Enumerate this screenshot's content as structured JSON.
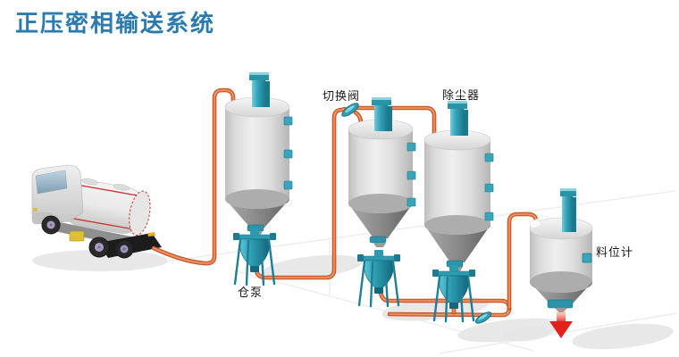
{
  "title": {
    "text": "正压密相输送系统"
  },
  "labels": {
    "switch_valve": "切换阀",
    "dust_collector": "除尘器",
    "bin_pump": "仓泵",
    "level_gauge": "料位计"
  },
  "colors": {
    "background": "#FFFFFF",
    "title_blue": "#2B7AB0",
    "label_text": "#1A1A1A",
    "pipe_orange": "#E4703A",
    "pipe_outline": "#B24A20",
    "equipment_teal": "#2E9CB0",
    "silo_gray": "#DADADA",
    "cone_gray": "#8D8D8D",
    "shadow_gray": "#E5E5E5",
    "arrow_red": "#E3201C",
    "truck_stripe_red": "#CC3333"
  },
  "components": [
    "tanker-truck-icon",
    "storage-silo-1-icon",
    "bin-pump-1-icon",
    "switch-valve-icon",
    "storage-silo-2-icon",
    "bin-pump-2-icon",
    "dust-collector-silo-icon",
    "bin-pump-3-icon",
    "receiving-bin-icon",
    "level-gauge-sensor-icon",
    "discharge-arrow-icon",
    "conveying-pipes"
  ]
}
